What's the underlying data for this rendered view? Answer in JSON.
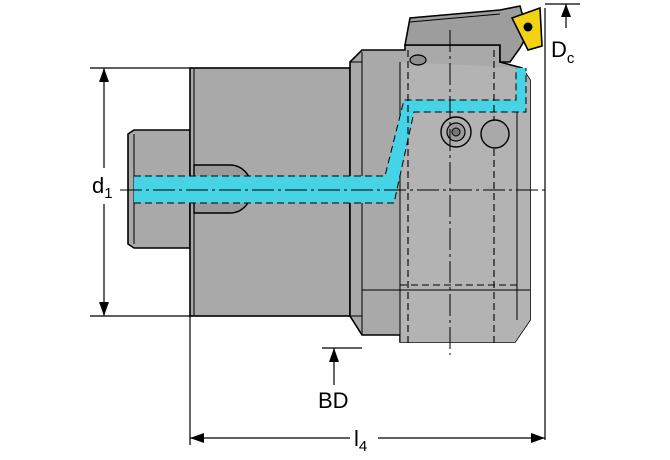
{
  "labels": {
    "d1_main": "d",
    "d1_sub": "1",
    "dc_main": "D",
    "dc_sub": "c",
    "bd": "BD",
    "l4_main": "l",
    "l4_sub": "4"
  },
  "colors": {
    "body": "#a9a9a9",
    "body_light": "#c4c4c4",
    "body_dark": "#8c8c8c",
    "coolant": "#47d3e6",
    "insert": "#f1d313",
    "outline": "#000000"
  }
}
